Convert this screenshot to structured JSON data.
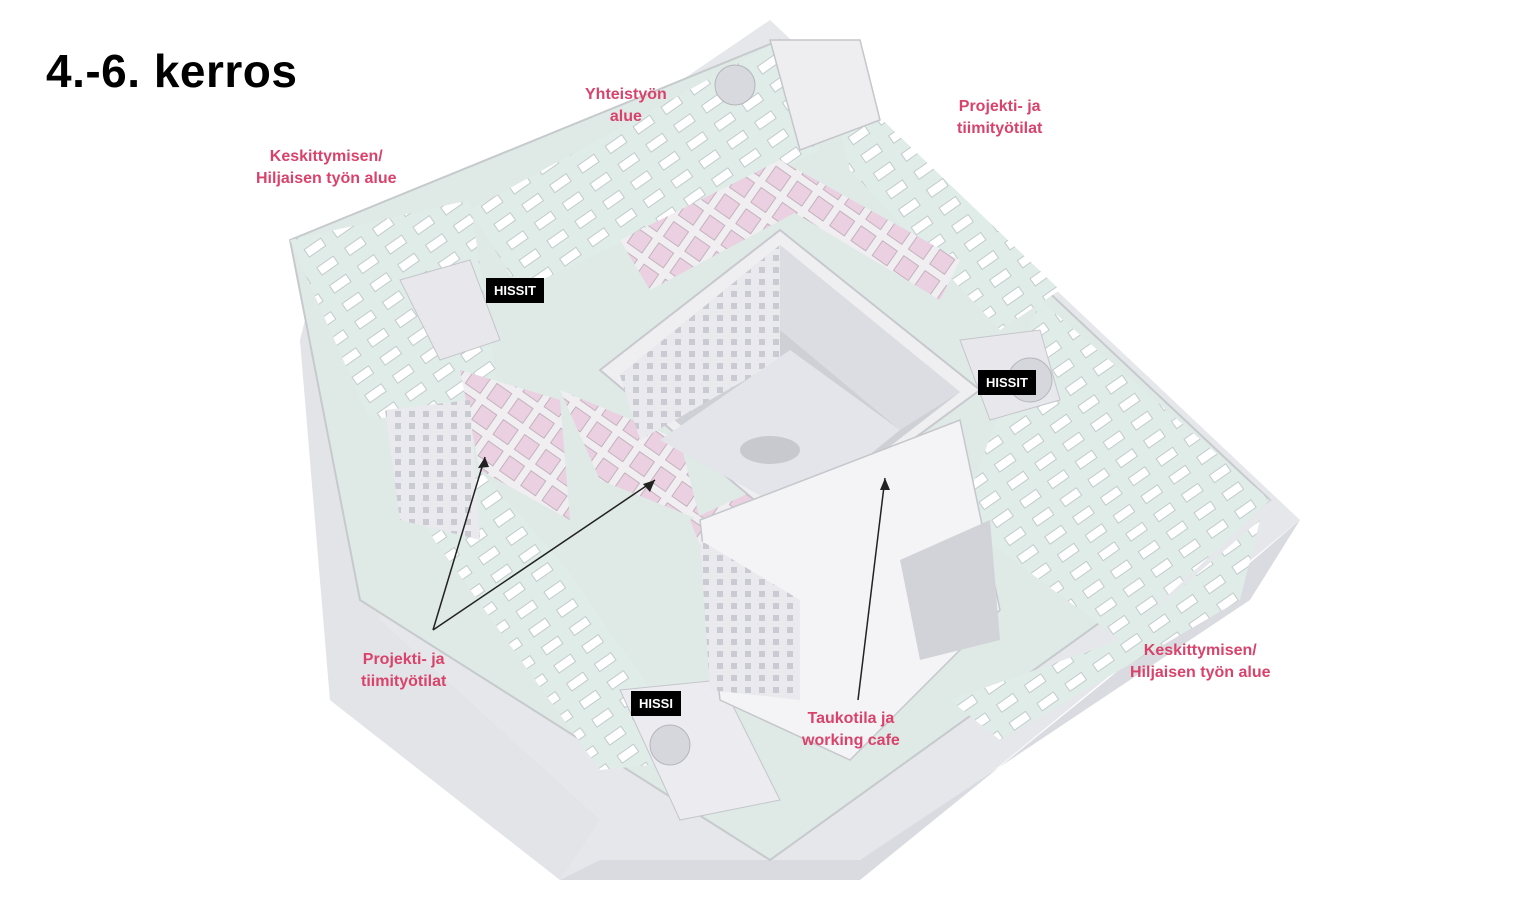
{
  "page": {
    "title": "4.-6. kerros"
  },
  "labels": {
    "collab_top": [
      "Yhteistyön",
      "alue"
    ],
    "project_top_right": [
      "Projekti- ja",
      "tiimityötilat"
    ],
    "focus_top_left": [
      "Keskittymisen/",
      "Hiljaisen työn alue"
    ],
    "project_bottom_left": [
      "Projekti- ja",
      "tiimityötilat"
    ],
    "break_cafe": [
      "Taukotila ja",
      "working cafe"
    ],
    "focus_bottom_right": [
      "Keskittymisen/",
      "Hiljaisen työn alue"
    ]
  },
  "elevators": {
    "top_left": "HISSIT",
    "right": "HISSIT",
    "bottom": "HISSI"
  },
  "colors": {
    "label": "#d9436b",
    "floor": "#dfe9e6",
    "walls": "#f2f2f4",
    "shadow": "#c9cbd0",
    "rooms_pink": "#e9c3d8",
    "courtyard": "#d8d9de"
  }
}
